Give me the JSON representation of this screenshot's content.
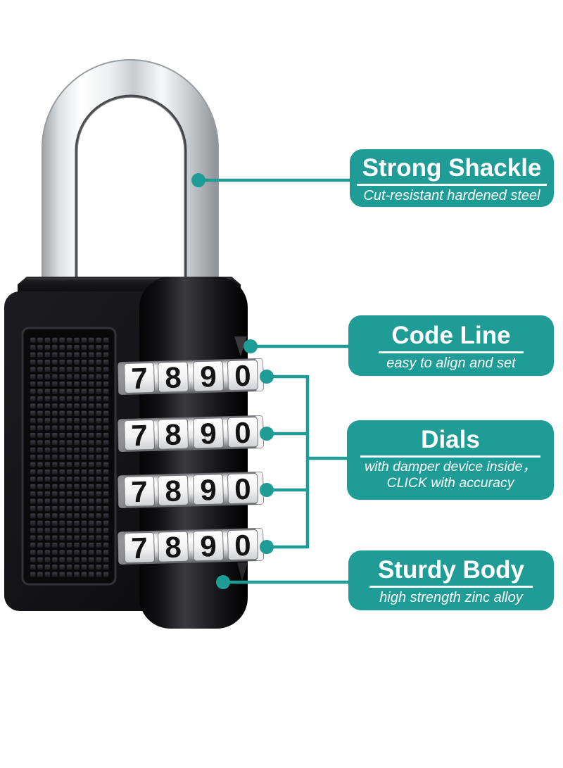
{
  "colors": {
    "accent_teal": "#1f9c96",
    "callout_text": "#ffffff",
    "lock_body_black": "#0e0e10",
    "shackle_silver": "#d9dbdd",
    "dial_band_silver": "#f2f2f3",
    "dial_digit_black": "#141414",
    "background": "#ffffff"
  },
  "lock": {
    "dial_row_count": 4,
    "dial_digits": [
      "7",
      "8",
      "9",
      "0"
    ]
  },
  "callouts": [
    {
      "title": "Strong Shackle",
      "subtitle": "Cut-resistant hardened steel"
    },
    {
      "title": "Code Line",
      "subtitle": "easy to align and set"
    },
    {
      "title": "Dials",
      "subtitle": "with damper device inside，",
      "subtitle2": "CLICK with accuracy"
    },
    {
      "title": "Sturdy Body",
      "subtitle": "high strength zinc alloy"
    }
  ]
}
